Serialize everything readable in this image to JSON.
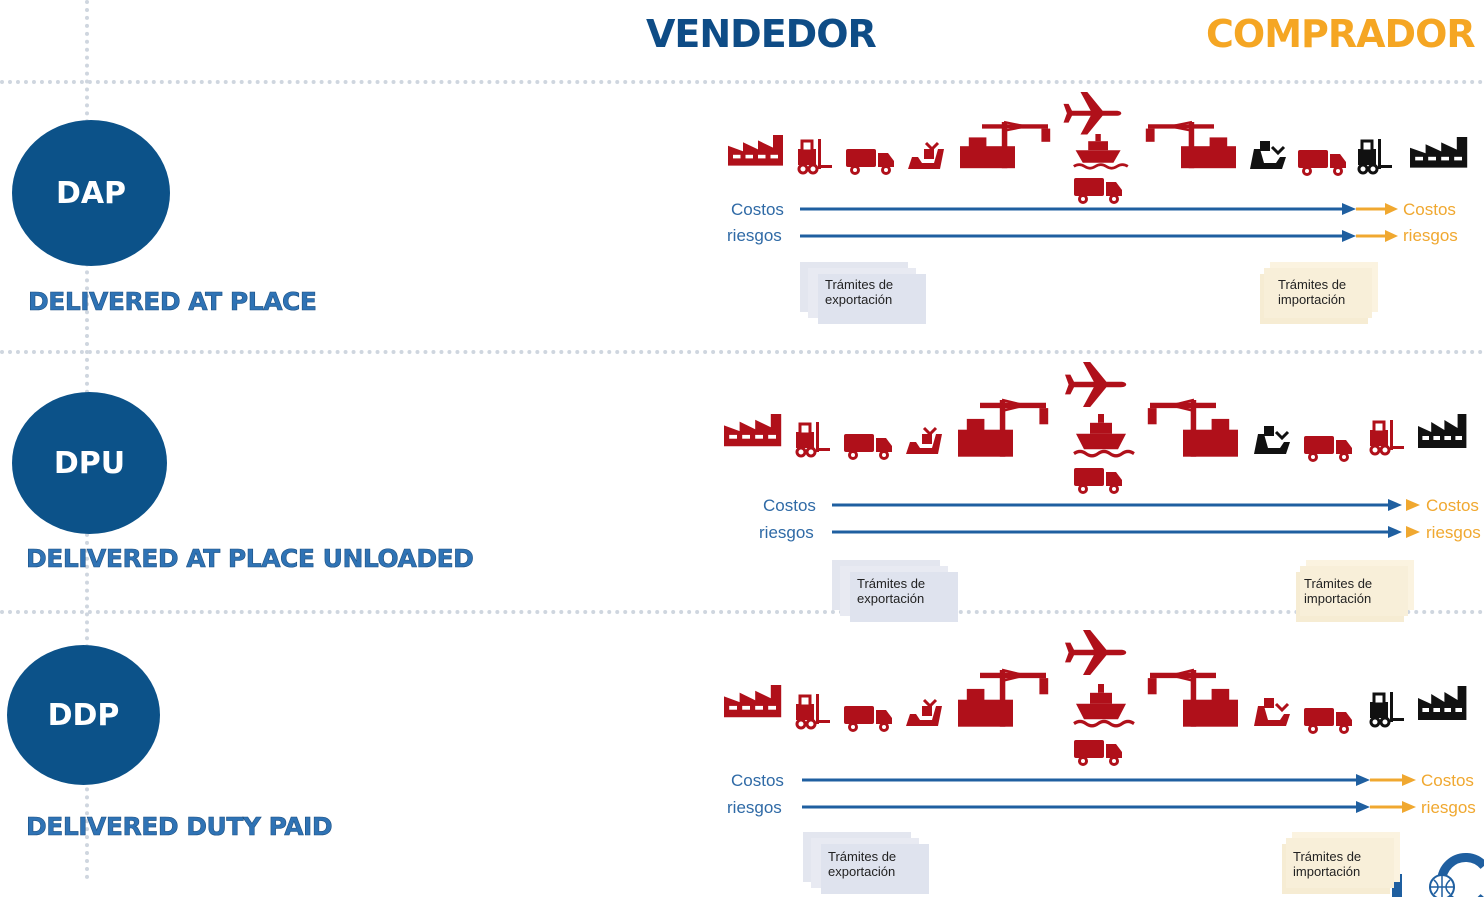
{
  "header": {
    "seller": "VENDEDOR",
    "buyer": "COMPRADOR"
  },
  "colors": {
    "seller_blue": "#0e4c86",
    "buyer_orange": "#f5a623",
    "transport_red": "#b0101a",
    "buyer_black": "#111111"
  },
  "rows": [
    {
      "code": "DAP",
      "name": "DELIVERED AT PLACE",
      "cost_left": "Costos",
      "risk_left": "riesgos",
      "cost_right": "Costos",
      "risk_right": "riesgos",
      "export_doc": "Trámites de exportación",
      "import_doc": "Trámites de importación"
    },
    {
      "code": "DPU",
      "name": "DELIVERED AT PLACE UNLOADED",
      "cost_left": "Costos",
      "risk_left": "riesgos",
      "cost_right": "Costos",
      "risk_right": "riesgos",
      "export_doc": "Trámites de exportación",
      "import_doc": "Trámites de importación"
    },
    {
      "code": "DDP",
      "name": "DELIVERED DUTY PAID",
      "cost_left": "Costos",
      "risk_left": "riesgos",
      "cost_right": "Costos",
      "risk_right": "riesgos",
      "export_doc": "Trámites de exportación",
      "import_doc": "Trámites de importación"
    }
  ],
  "icons": [
    "factory-icon",
    "forklift-icon",
    "truck-icon",
    "loading-icon",
    "crane-icon",
    "airplane-icon",
    "ship-icon",
    "truck-icon",
    "crane-icon",
    "unloading-icon",
    "truck-icon",
    "forklift-icon",
    "factory-icon"
  ],
  "logo": {
    "name": "icc-logo-icon"
  }
}
